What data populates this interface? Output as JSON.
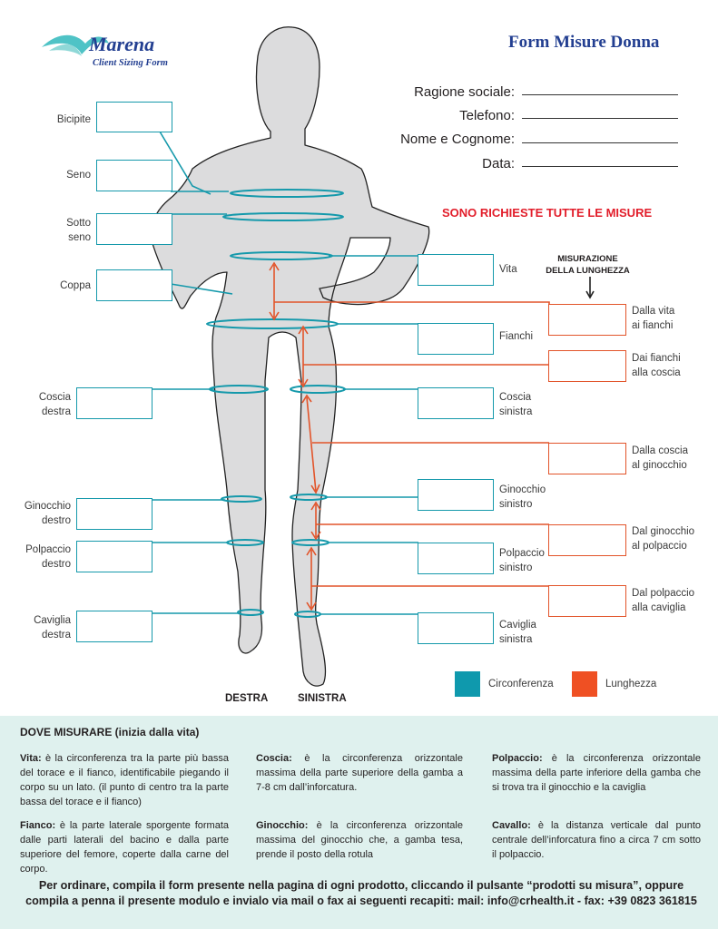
{
  "header": {
    "logo_brand": "Marena",
    "logo_sub": "Client Sizing Form",
    "title": "Form Misure Donna"
  },
  "fields": [
    {
      "label": "Ragione sociale:"
    },
    {
      "label": "Telefono:"
    },
    {
      "label": "Nome e Cognome:"
    },
    {
      "label": "Data:"
    }
  ],
  "notice": "SONO RICHIESTE TUTTE LE MISURE",
  "length_header": [
    "MISURAZIONE",
    "DELLA LUNGHEZZA"
  ],
  "left_labels": {
    "bicipite": "Bicipite",
    "seno": "Seno",
    "sotto_seno": [
      "Sotto",
      "seno"
    ],
    "coppa": "Coppa",
    "coscia_destra": [
      "Coscia",
      "destra"
    ],
    "ginocchio_destro": [
      "Ginocchio",
      "destro"
    ],
    "polpaccio_destro": [
      "Polpaccio",
      "destro"
    ],
    "caviglia_destra": [
      "Caviglia",
      "destra"
    ]
  },
  "right_labels": {
    "vita": "Vita",
    "fianchi": "Fianchi",
    "coscia_sinistra": [
      "Coscia",
      "sinistra"
    ],
    "ginocchio_sinistro": [
      "Ginocchio",
      "sinistro"
    ],
    "polpaccio_sinistro": [
      "Polpaccio",
      "sinistro"
    ],
    "caviglia_sinistra": [
      "Caviglia",
      "sinistra"
    ]
  },
  "length_labels": {
    "vita_fianchi": [
      "Dalla vita",
      "ai fianchi"
    ],
    "fianchi_coscia": [
      "Dai fianchi",
      "alla coscia"
    ],
    "coscia_ginocchio": [
      "Dalla coscia",
      "al ginocchio"
    ],
    "ginocchio_polpaccio": [
      "Dal ginocchio",
      "al polpaccio"
    ],
    "polpaccio_caviglia": [
      "Dal polpaccio",
      "alla caviglia"
    ]
  },
  "sides": {
    "right": "DESTRA",
    "left": "SINISTRA"
  },
  "legend": {
    "circ_label": "Circonferenza",
    "len_label": "Lunghezza",
    "circ_color": "#0f99ad",
    "len_color": "#ef5023"
  },
  "colors": {
    "teal": "#1599ab",
    "orange": "#e2542a",
    "title_blue": "#233f91",
    "notice_red": "#e21d2a",
    "band_bg": "#dff1ee"
  },
  "instructions": {
    "heading": "DOVE MISURARE (inizia dalla vita)",
    "vita": {
      "term": "Vita:",
      "text": " è la circonferenza tra la parte più bassa del torace e il fianco, identificabile piegando il corpo su un lato. (il punto di centro tra la parte bassa del torace e il fianco)"
    },
    "fianco": {
      "term": "Fianco:",
      "text": " è la parte laterale sporgente formata dalle parti laterali del bacino e dalla parte superiore del femore, coperte dalla carne del corpo."
    },
    "coscia": {
      "term": "Coscia:",
      "text": " è la circonferenza orizzontale massima della parte superiore della gamba a 7-8 cm dall’inforcatura."
    },
    "ginocchio": {
      "term": "Ginocchio:",
      "text": " è la circonferenza orizzontale massima del ginocchio che, a gamba tesa, prende il posto della rotula"
    },
    "polpaccio": {
      "term": "Polpaccio:",
      "text": " è la circonferenza orizzontale massima della parte inferiore della gamba che si trova tra il ginocchio e la caviglia"
    },
    "cavallo": {
      "term": "Cavallo:",
      "text": " è la distanza verticale dal punto centrale dell’inforcatura fino a circa 7 cm sotto il polpaccio."
    }
  },
  "order_text": "Per ordinare, compila il form presente nella pagina di ogni prodotto, cliccando il pulsante “prodotti su misura”, oppure compila a penna il presente modulo e invialo via mail o fax ai seguenti recapiti: mail: info@crhealth.it - fax: +39 0823 361815"
}
